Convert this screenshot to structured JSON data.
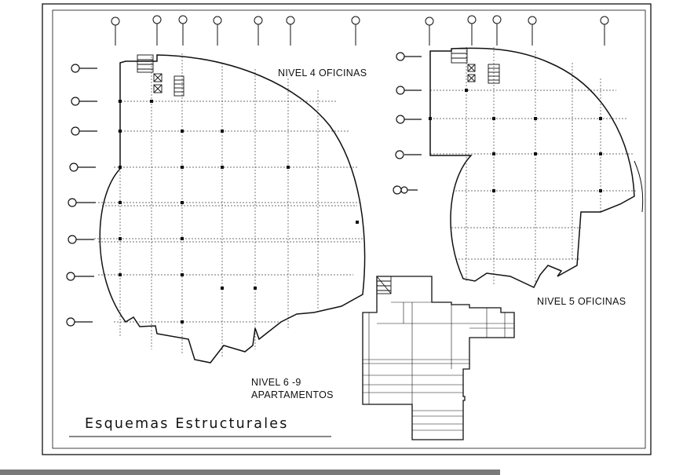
{
  "sheet": {
    "title": "Esquemas  Estructurales"
  },
  "plans": [
    {
      "id": "nivel4",
      "title": "NIVEL 4 OFICINAS"
    },
    {
      "id": "nivel5",
      "title": "NIVEL 5 OFICINAS"
    },
    {
      "id": "nivel6",
      "title_line1": "NIVEL 6 -9",
      "title_line2": "APARTAMENTOS"
    }
  ],
  "icons": {
    "grid_bubble": "grid-bubble-icon",
    "stair": "stair-icon",
    "elevator": "elevator-icon",
    "column": "column-icon"
  },
  "colors": {
    "line": "#111111",
    "grid": "#444444",
    "caption_bar": "#7a7a7a"
  }
}
